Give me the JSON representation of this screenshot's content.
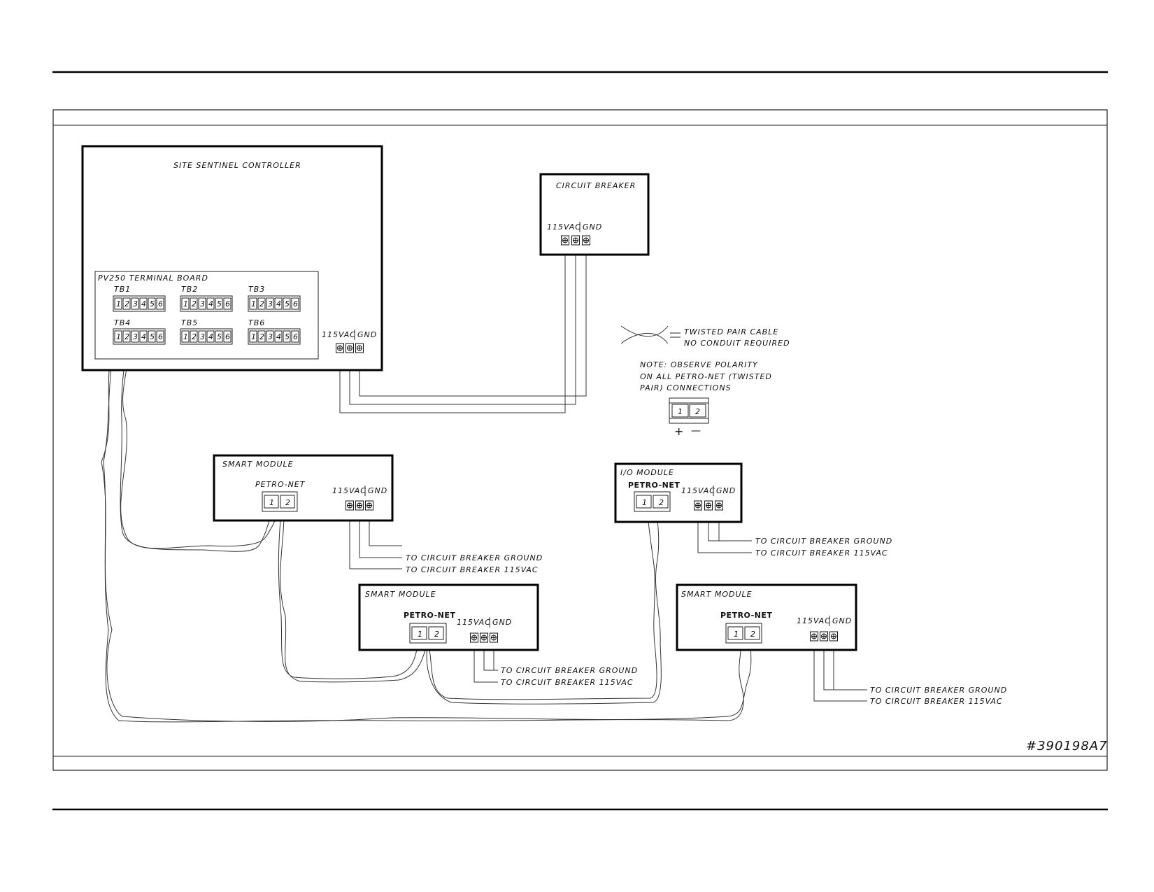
{
  "diagram": {
    "controller": {
      "title": "SITE SENTINEL CONTROLLER",
      "terminal_board": "PV250 TERMINAL BOARD",
      "blocks": [
        "TB1",
        "TB2",
        "TB3",
        "TB4",
        "TB5",
        "TB6"
      ],
      "pins": [
        "1",
        "2",
        "3",
        "4",
        "5",
        "6"
      ],
      "power_label": "115VAC",
      "ground_label": "GND"
    },
    "breaker": {
      "title": "CIRCUIT BREAKER",
      "power_label": "115VAC",
      "ground_label": "GND"
    },
    "legend": {
      "line1": "TWISTED PAIR CABLE",
      "line2": "NO CONDUIT REQUIRED"
    },
    "note": {
      "line1": "NOTE:  OBSERVE POLARITY",
      "line2": "ON ALL PETRO-NET (TWISTED",
      "line3": "PAIR) CONNECTIONS",
      "pin1": "1",
      "pin2": "2",
      "plus": "+",
      "minus": "—"
    },
    "modules": [
      {
        "title": "SMART MODULE",
        "net": "PETRO-NET",
        "pin1": "1",
        "pin2": "2",
        "power_label": "115VAC",
        "ground_label": "GND",
        "to_ground": "TO CIRCUIT BREAKER GROUND",
        "to_power": "TO CIRCUIT BREAKER 115VAC"
      },
      {
        "title": "I/O MODULE",
        "net": "PETRO-NET",
        "pin1": "1",
        "pin2": "2",
        "power_label": "115VAC",
        "ground_label": "GND",
        "to_ground": "TO CIRCUIT BREAKER GROUND",
        "to_power": "TO CIRCUIT BREAKER 115VAC"
      },
      {
        "title": "SMART MODULE",
        "net": "PETRO-NET",
        "pin1": "1",
        "pin2": "2",
        "power_label": "115VAC",
        "ground_label": "GND",
        "to_ground": "TO CIRCUIT BREAKER GROUND",
        "to_power": "TO CIRCUIT BREAKER 115VAC"
      },
      {
        "title": "SMART MODULE",
        "net": "PETRO-NET",
        "pin1": "1",
        "pin2": "2",
        "power_label": "115VAC",
        "ground_label": "GND",
        "to_ground": "TO CIRCUIT BREAKER GROUND",
        "to_power": "TO CIRCUIT BREAKER 115VAC"
      }
    ],
    "figure_id": "#390198A7"
  }
}
